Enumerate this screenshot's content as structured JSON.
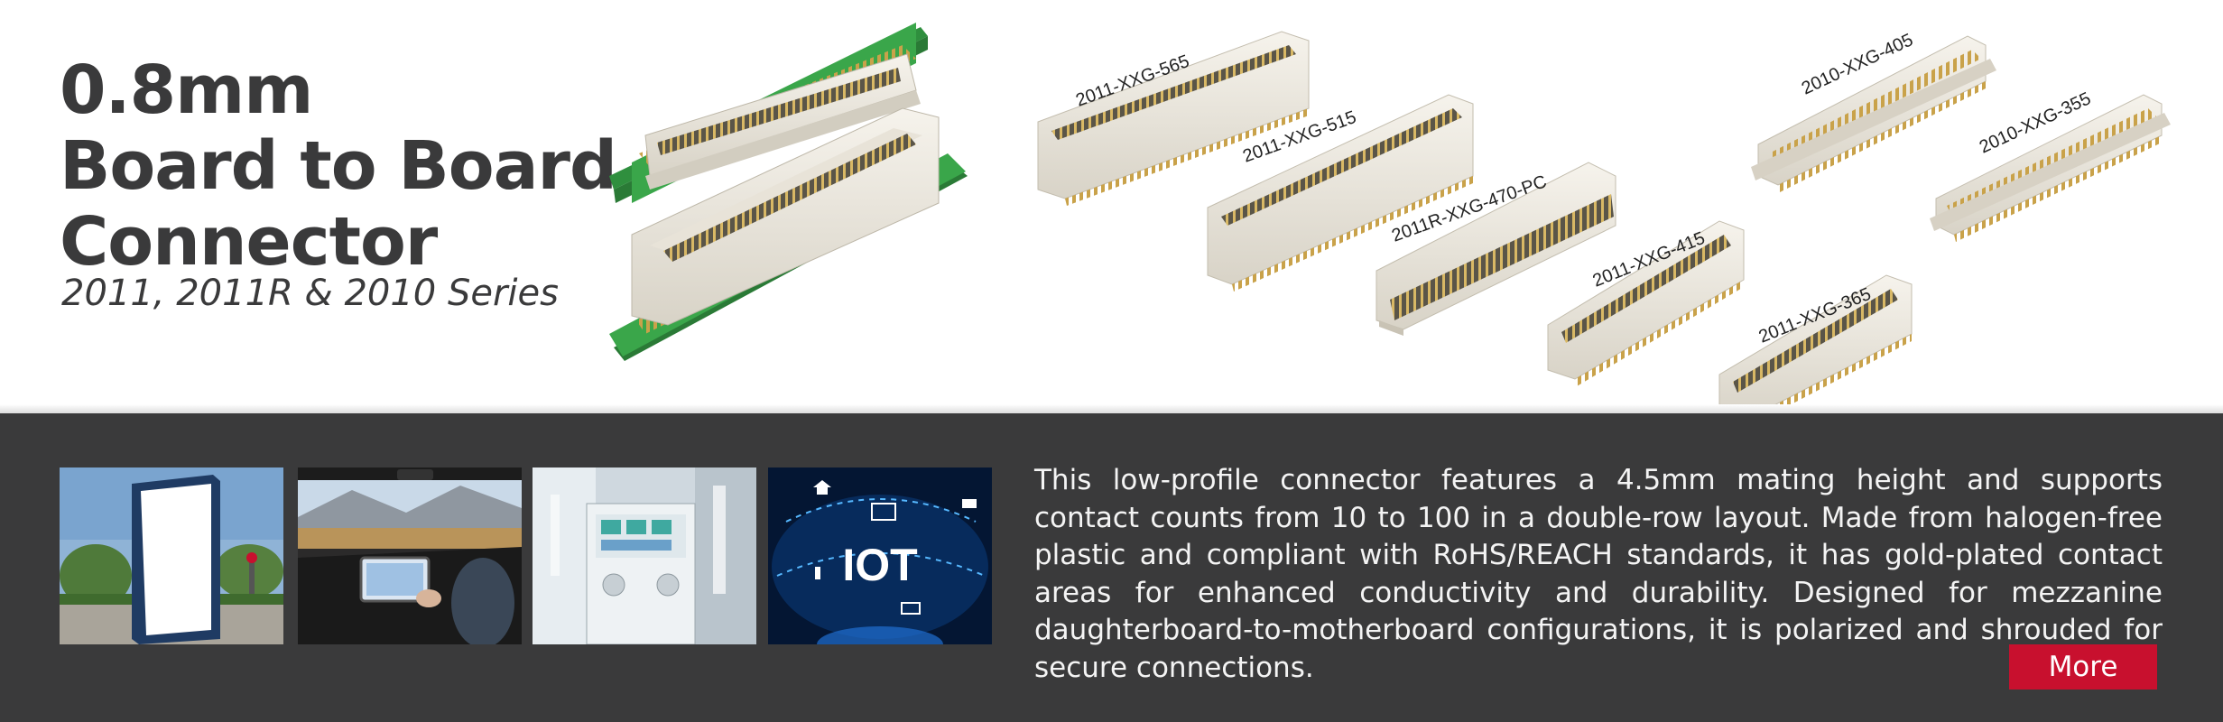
{
  "banner": {
    "title_lines": [
      "0.8mm",
      "Board to Board",
      "Connector"
    ],
    "subtitle": "2011, 2011R & 2010 Series"
  },
  "products": [
    {
      "label": "2011-XXG-565"
    },
    {
      "label": "2011-XXG-515"
    },
    {
      "label": "2011R-XXG-470-PC"
    },
    {
      "label": "2011-XXG-415"
    },
    {
      "label": "2011-XXG-365"
    },
    {
      "label": "2010-XXG-405"
    },
    {
      "label": "2010-XXG-355"
    }
  ],
  "applications": [
    {
      "name": "signage-photo"
    },
    {
      "name": "automotive-photo"
    },
    {
      "name": "medical-photo"
    },
    {
      "name": "iot-photo",
      "text": "IOT"
    }
  ],
  "description": "This low-profile connector features a 4.5mm mating height and supports contact counts from 10 to 100 in a double-row layout. Made from halogen-free plastic and compliant with RoHS/REACH standards, it has gold-plated contact areas for enhanced conductivity and durability. Designed for mezzanine daughterboard-to-motherboard configurations, it is polarized and shrouded for secure connections.",
  "more_label": "More",
  "colors": {
    "accent": "#c8102e",
    "dark_band": "#3a3a3b",
    "pcb_green": "#3aa64a",
    "housing": "#ece8df",
    "gold": "#c9a24a"
  }
}
